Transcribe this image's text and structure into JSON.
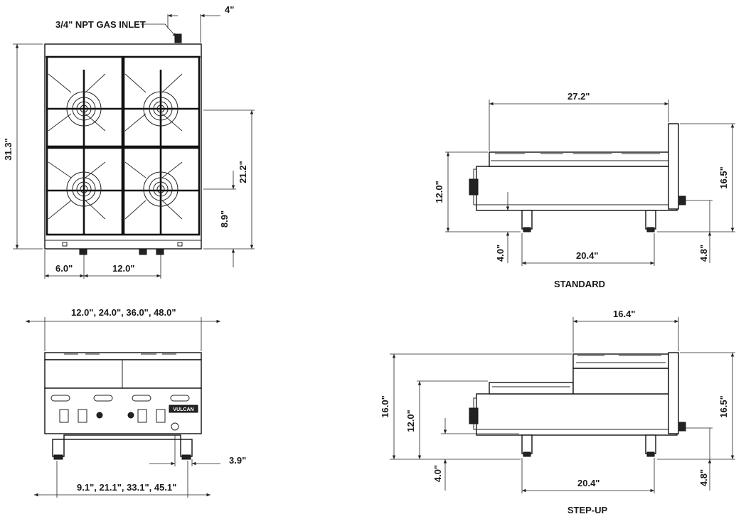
{
  "top_view": {
    "gas_inlet_label": "3/4\" NPT GAS INLET",
    "inlet_offset": "4\"",
    "depth": "31.3\"",
    "burner_depth": "21.2\"",
    "front_burner": "8.9\"",
    "burner_left": "6.0\"",
    "burner_spacing": "12.0\""
  },
  "standard_view": {
    "length": "27.2\"",
    "height": "12.0\"",
    "back_height": "16.5\"",
    "leg_front": "4.0\"",
    "leg_span": "20.4\"",
    "leg_back": "4.8\"",
    "caption": "STANDARD"
  },
  "front_view": {
    "widths": "12.0\", 24.0\", 36.0\", 48.0\"",
    "leg_widths": "9.1\", 21.1\", 33.1\", 45.1\"",
    "leg_offset": "3.9\"",
    "brand": "VULCAN"
  },
  "stepup_view": {
    "upper_length": "16.4\"",
    "back_height_left": "16.0\"",
    "height": "12.0\"",
    "back_height": "16.5\"",
    "leg_front": "4.0\"",
    "leg_span": "20.4\"",
    "leg_back": "4.8\"",
    "caption": "STEP-UP"
  }
}
